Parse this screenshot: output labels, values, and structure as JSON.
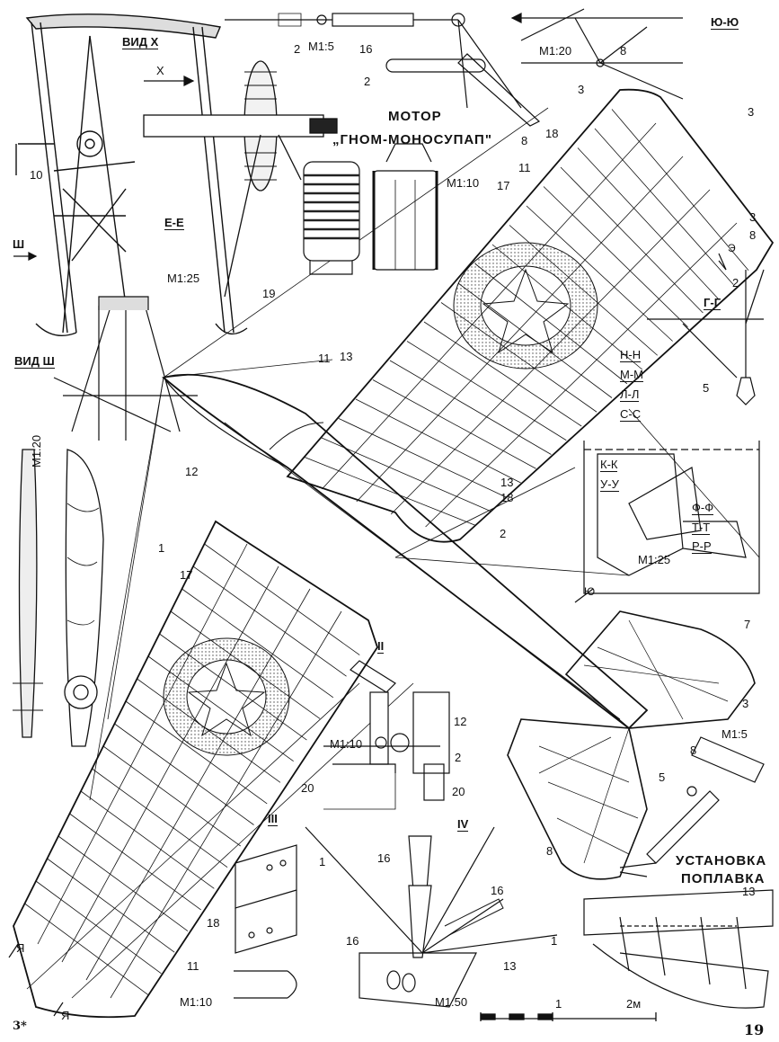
{
  "header": {
    "motor_title": "МОТОР",
    "motor_name": "„ГНОМ-МОНОСУПАП\""
  },
  "views": {
    "vid_x": "ВИД Х",
    "x_arrow": "X",
    "vid_sh": "ВИД Ш",
    "sh_arrow": "Ш",
    "ee": "Е-Е",
    "yuyu": "Ю-Ю",
    "gg": "Г-Г",
    "e_mark": "Э",
    "yu_mark": "Ю",
    "ya_mark_1": "Я",
    "ya_mark_2": "Я",
    "roman_2": "II",
    "roman_3": "III",
    "roman_4": "IV"
  },
  "sections": [
    "Н-Н",
    "М-М",
    "Л-Л",
    "С-С",
    "К-К",
    "У-У",
    "Ф-Ф",
    "Т-Т",
    "Р-Р"
  ],
  "scales": {
    "m1_5_top": "М1:5",
    "m1_20_top": "М1:20",
    "m1_10_motor": "М1:10",
    "m1_25_left": "М1:25",
    "m1_20_left": "М1:20",
    "m1_25_right": "М1:25",
    "m1_10_detail": "М1:10",
    "m1_5_right": "М1:5",
    "m1_10_bottom": "М1:10",
    "m1_50": "М1:50"
  },
  "float_install": {
    "line1": "УСТАНОВКА",
    "line2": "ПОПЛАВКА"
  },
  "scale_bar": {
    "mid": "1",
    "end": "2м"
  },
  "callouts": {
    "c2a": "2",
    "c16a": "16",
    "c2b": "2",
    "c3a": "3",
    "c8a": "8",
    "c18a": "18",
    "c8b": "8",
    "c3b": "3",
    "c11a": "11",
    "c17a": "17",
    "c3c": "3",
    "c8c": "8",
    "c10": "10",
    "c19": "19",
    "c2c": "2",
    "c5a": "5",
    "c11b": "11",
    "c13a": "13",
    "c12a": "12",
    "c13b": "13",
    "c18b": "18",
    "c1a": "1",
    "c17b": "17",
    "c2d": "2",
    "c7": "7",
    "c3d": "3",
    "c12b": "12",
    "c2e": "2",
    "c8d": "8",
    "c20a": "20",
    "c20b": "20",
    "c5b": "5",
    "c8e": "8",
    "c1b": "1",
    "c16b": "16",
    "c16c": "16",
    "c16d": "16",
    "c1c": "1",
    "c13c": "13",
    "c13d": "13",
    "c18c": "18",
    "c11c": "11"
  },
  "footer": {
    "page_mark": "3*",
    "page_number": "19"
  },
  "colors": {
    "ink": "#111111",
    "paper": "#ffffff",
    "hatch": "#555555"
  }
}
